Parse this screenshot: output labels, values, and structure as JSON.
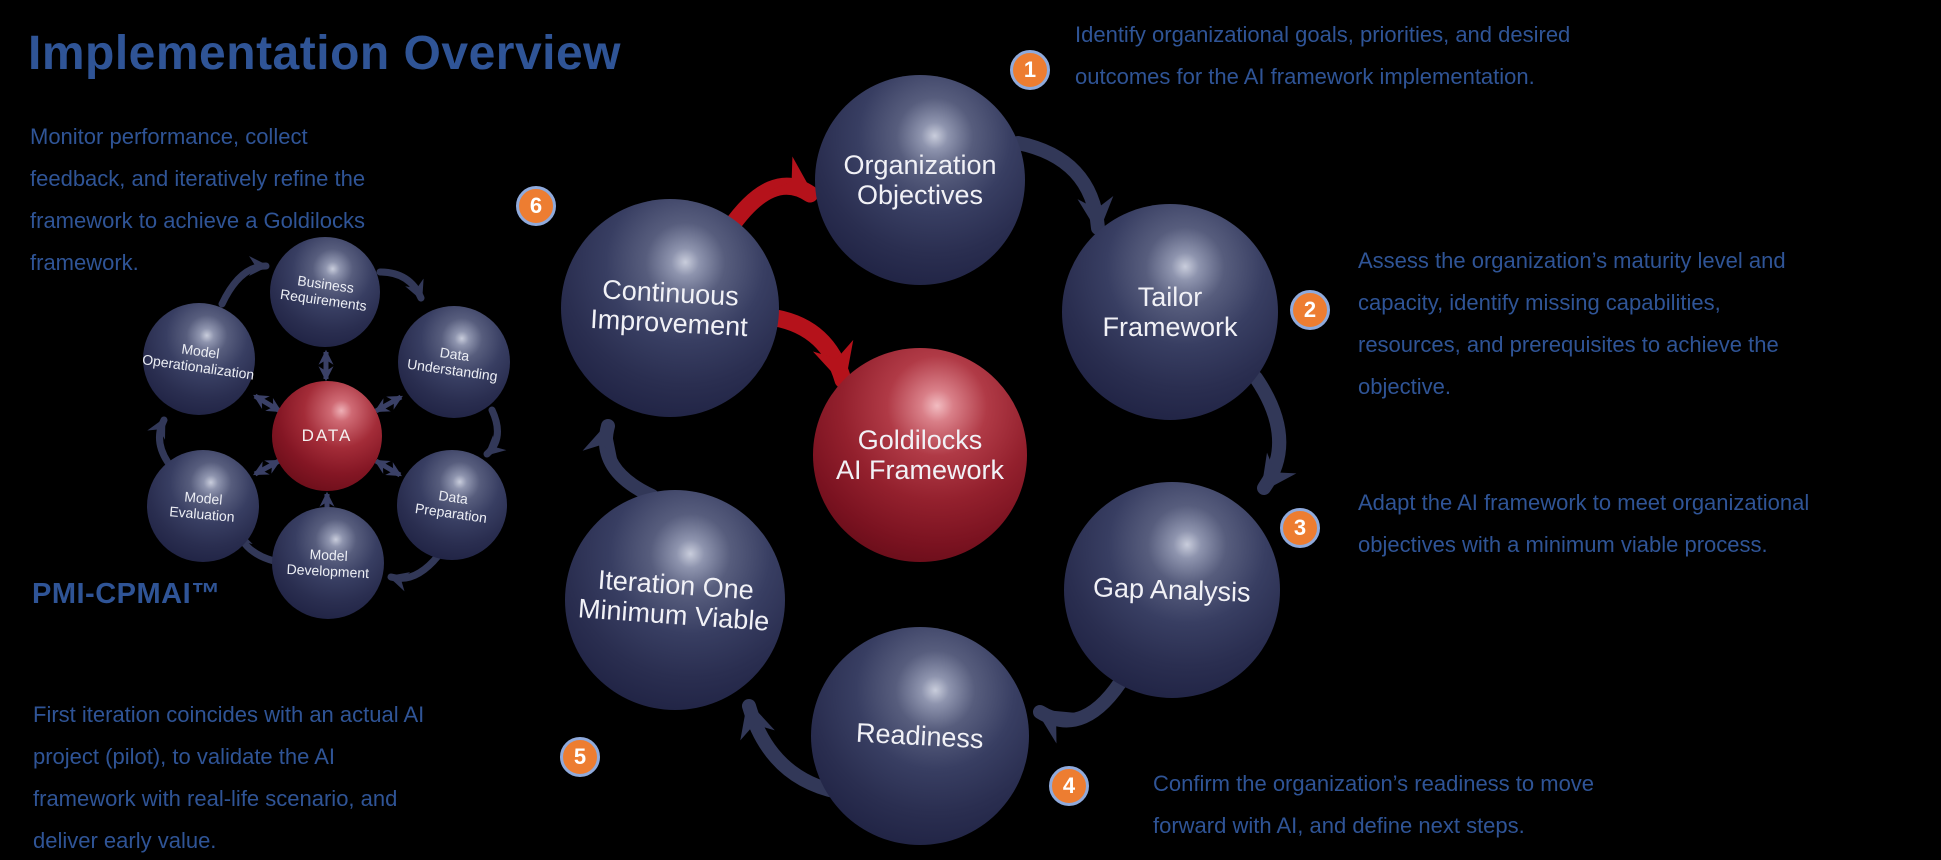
{
  "title": "Implementation Overview",
  "colors": {
    "background": "#000000",
    "text_blue": "#2F5496",
    "badge_fill": "#ED7D31",
    "badge_border": "#8FAADC",
    "navy_arrow": "#323858",
    "red_arrow": "#B5121B",
    "sphere_navy": "#2A2E50",
    "sphere_red": "#93202D"
  },
  "center": {
    "label": [
      "Goldilocks",
      "AI Framework"
    ]
  },
  "steps": [
    {
      "num": "1",
      "sphere": [
        "Organization",
        "Objectives"
      ],
      "note": [
        "Identify organizational goals, priorities, and desired",
        "outcomes for the AI framework implementation."
      ]
    },
    {
      "num": "2",
      "sphere": [
        "Tailor",
        "Framework"
      ],
      "note": [
        "Assess the organization’s maturity level and",
        "capacity, identify missing capabilities,",
        "resources, and prerequisites to achieve the",
        "objective."
      ]
    },
    {
      "num": "3",
      "sphere": [
        "Gap Analysis"
      ],
      "note": [
        "Adapt the AI framework to meet organizational",
        "objectives with a minimum viable process."
      ]
    },
    {
      "num": "4",
      "sphere": [
        "Readiness"
      ],
      "note": [
        "Confirm the organization’s readiness to move",
        "forward with AI, and define next steps."
      ]
    },
    {
      "num": "5",
      "sphere": [
        "Iteration One",
        "Minimum Viable"
      ],
      "note": [
        "First iteration coincides with an actual AI",
        "project (pilot), to validate the AI",
        "framework with real-life scenario, and",
        "deliver early value."
      ]
    },
    {
      "num": "6",
      "sphere": [
        "Continuous",
        "Improvement"
      ],
      "note": [
        "Monitor performance, collect",
        "feedback, and iteratively refine the",
        "framework to achieve a Goldilocks",
        "framework."
      ]
    }
  ],
  "cpmai": {
    "title": "PMI-CPMAI™",
    "center": "DATA",
    "phases": [
      {
        "label": [
          "Business",
          "Requirements"
        ]
      },
      {
        "label": [
          "Data",
          "Understanding"
        ]
      },
      {
        "label": [
          "Data",
          "Preparation"
        ]
      },
      {
        "label": [
          "Model",
          "Development"
        ]
      },
      {
        "label": [
          "Model",
          "Evaluation"
        ]
      },
      {
        "label": [
          "Model",
          "Operationalization"
        ]
      }
    ]
  }
}
